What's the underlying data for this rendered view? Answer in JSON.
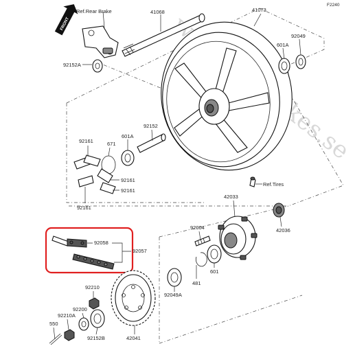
{
  "figure_code": "F2240",
  "watermark": "www.bnerbikes.se",
  "front_label": "FRONT",
  "colors": {
    "highlight": "#e02020",
    "line": "#111111",
    "watermark": "#d8d8d8"
  },
  "labels": {
    "ref_rear_brake": "Ref.Rear Brake",
    "p41068": "41068",
    "p41073": "41073",
    "p92049": "92049",
    "p601A_top": "601A",
    "p92152A": "92152A",
    "p92152": "92152",
    "p601A_mid": "601A",
    "p92161_a": "92161",
    "p671": "671",
    "p92161_b": "92161",
    "p92161_c": "92161",
    "p92161_d": "92161",
    "ref_tires": "Ref.Tires",
    "p42033": "42033",
    "p92004": "92004",
    "p42036": "42036",
    "p92058": "92058",
    "p92057": "92057",
    "p481": "481",
    "p601": "601",
    "p92049A": "92049A",
    "p92210": "92210",
    "p92200": "92200",
    "p92210A": "92210A",
    "p550": "550",
    "p92152B": "92152B",
    "p42041": "42041"
  }
}
